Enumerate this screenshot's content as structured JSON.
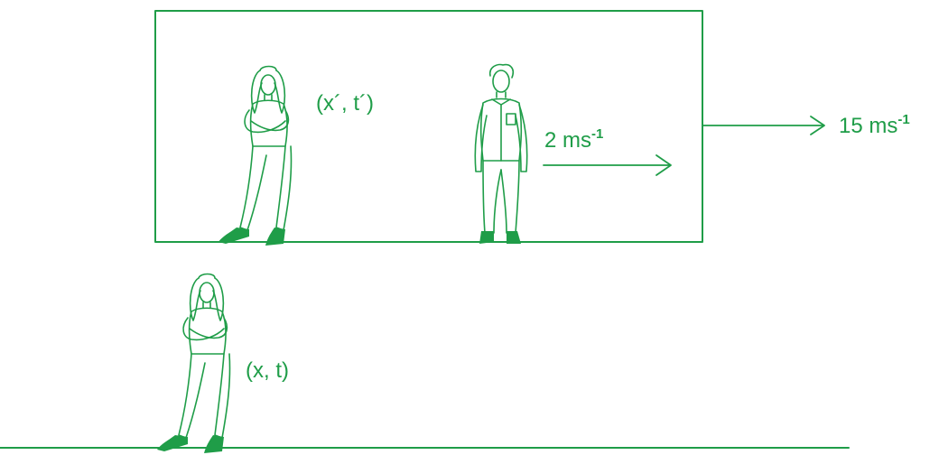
{
  "colors": {
    "accent": "#1f9d48",
    "background": "#ffffff"
  },
  "labels": {
    "moving_frame_coords": "(x´, t´)",
    "ground_frame_coords": "(x, t)",
    "man_speed_value": "2 ms",
    "man_speed_exponent": "-1",
    "frame_speed_value": "15 ms",
    "frame_speed_exponent": "-1"
  },
  "icons": {
    "woman_moving_frame": "standing-woman-icon",
    "man": "standing-man-icon",
    "woman_ground": "standing-woman-icon"
  }
}
